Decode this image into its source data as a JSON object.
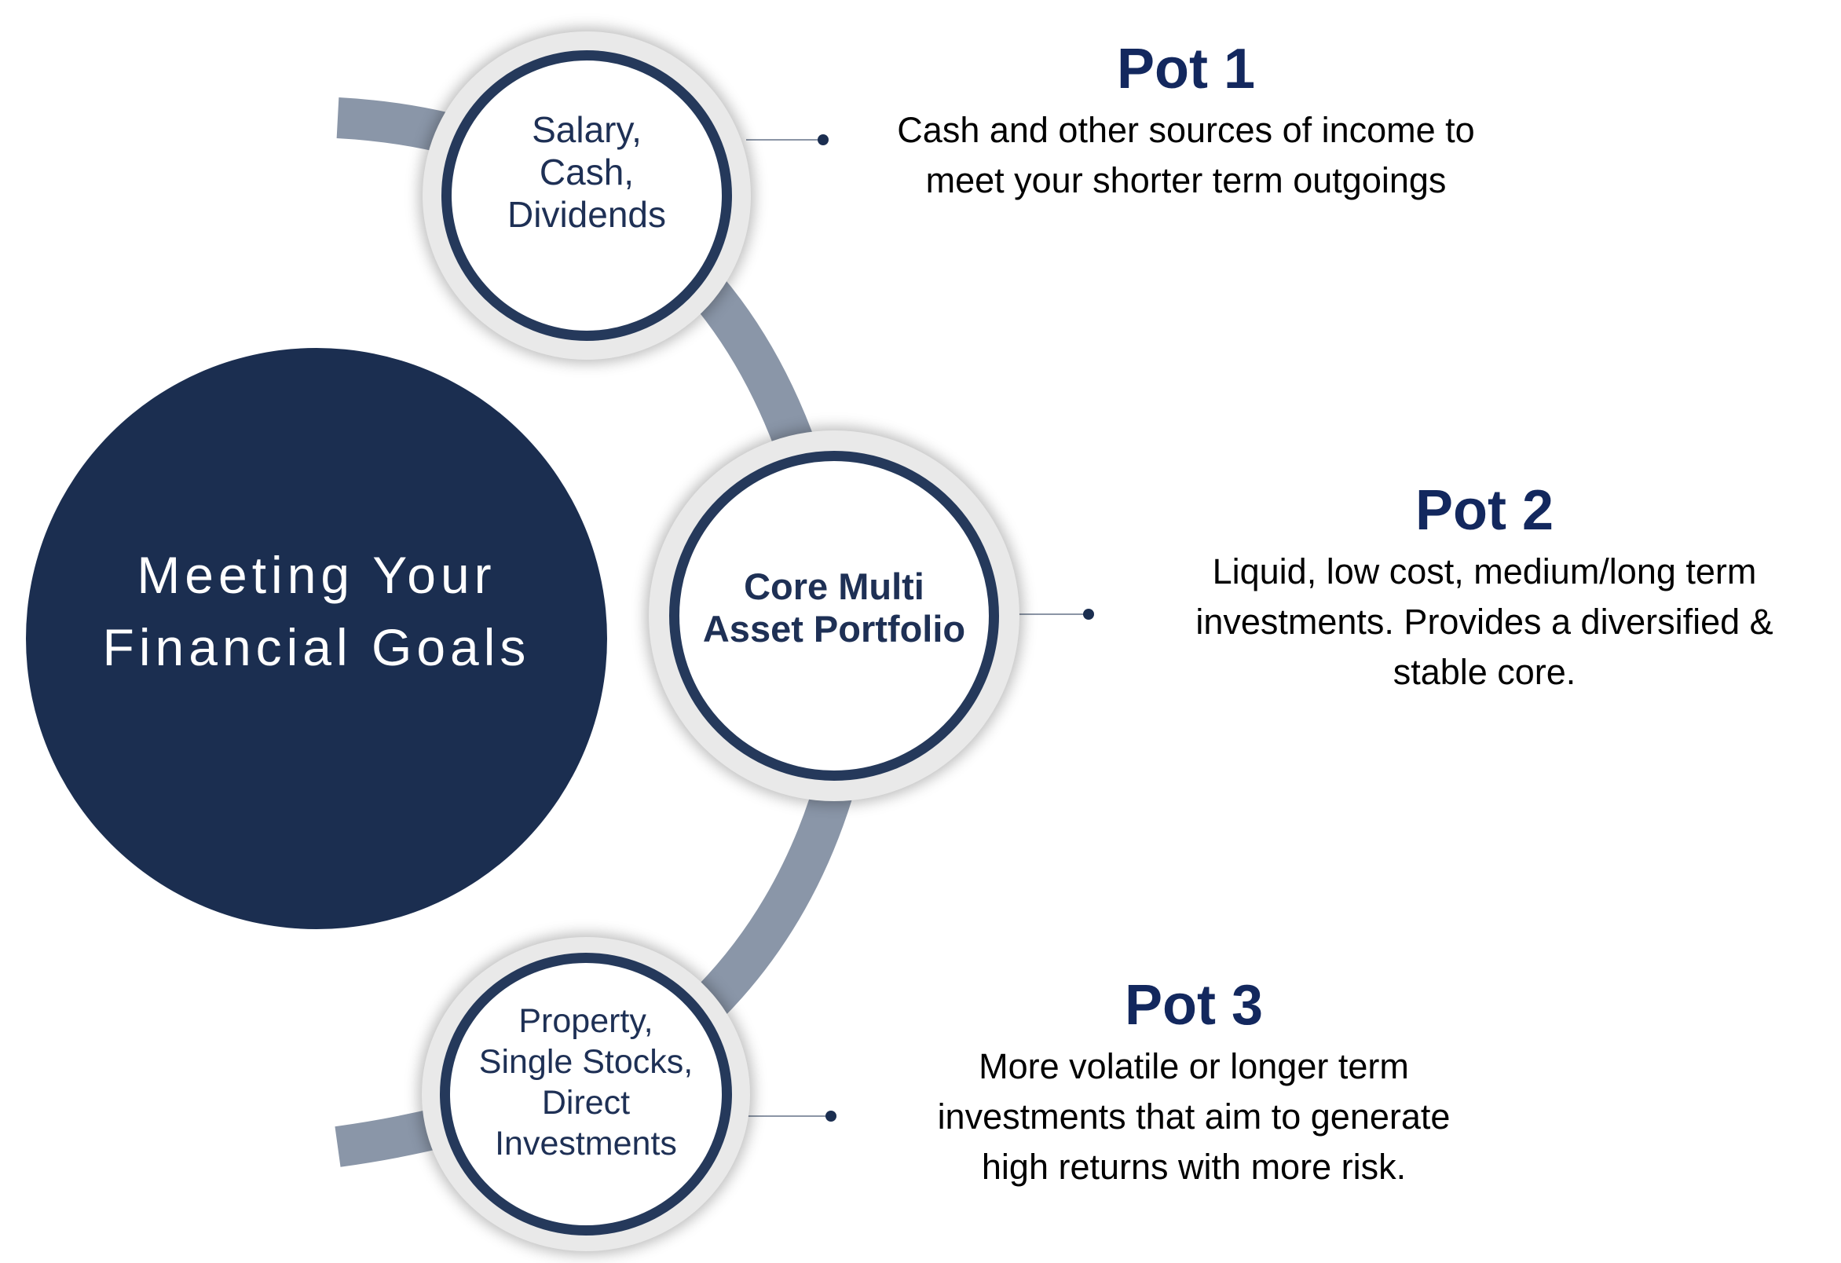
{
  "colors": {
    "navy": "#1b2e50",
    "ring_border": "#25395b",
    "ring_fill": "#e9e9e9",
    "arc": "#8a96a8",
    "heading": "#13285e",
    "text": "#000000"
  },
  "hub": {
    "title_line1": "Meeting Your",
    "title_line2": "Financial Goals"
  },
  "nodes": [
    {
      "lines": [
        "Salary,",
        "Cash,",
        "Dividends"
      ]
    },
    {
      "lines": [
        "Core Multi",
        "Asset Portfolio"
      ]
    },
    {
      "lines": [
        "Property,",
        "Single Stocks,",
        "Direct",
        "Investments"
      ]
    }
  ],
  "pots": [
    {
      "heading": "Pot 1",
      "desc_lines": [
        "Cash and other sources of income to",
        "meet your shorter term outgoings"
      ]
    },
    {
      "heading": "Pot 2",
      "desc_lines": [
        "Liquid, low cost, medium/long term",
        "investments. Provides a diversified &",
        "stable core."
      ]
    },
    {
      "heading": "Pot 3",
      "desc_lines": [
        "More volatile or longer term",
        "investments that aim to generate",
        "high returns with more risk."
      ]
    }
  ]
}
